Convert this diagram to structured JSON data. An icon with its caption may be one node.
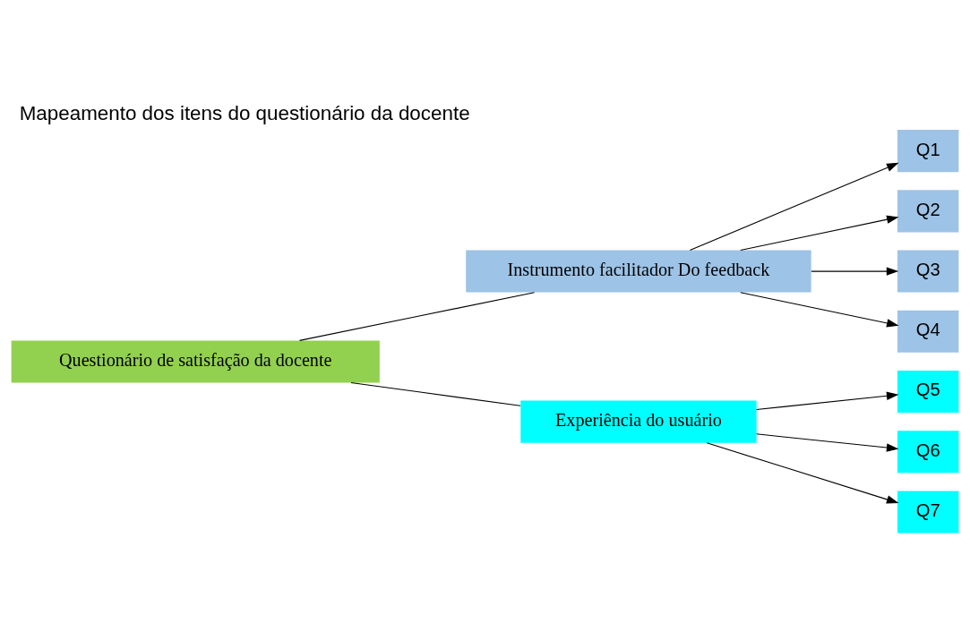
{
  "diagram": {
    "title": "Mapeamento dos itens do questionário da docente",
    "nodes": [
      {
        "text": [
          "Questionário de satisfação da docente"
        ]
      },
      {
        "text": [
          "Instrumento facilitador Do feedback"
        ]
      },
      {
        "text": [
          "Experiência do usuário"
        ]
      },
      {
        "text": [
          "Q1"
        ]
      },
      {
        "text": [
          "Q2"
        ]
      },
      {
        "text": [
          "Q3"
        ]
      },
      {
        "text": [
          "Q4"
        ]
      },
      {
        "text": [
          "Q5"
        ]
      },
      {
        "text": [
          "Q6"
        ]
      },
      {
        "text": [
          "Q7"
        ]
      }
    ],
    "edges": [
      {
        "from": 0,
        "to": 1,
        "arrow": "none"
      },
      {
        "from": 0,
        "to": 2,
        "arrow": "none"
      },
      {
        "from": 1,
        "to": 3,
        "arrow": "to"
      },
      {
        "from": 1,
        "to": 4,
        "arrow": "to"
      },
      {
        "from": 1,
        "to": 5,
        "arrow": "to"
      },
      {
        "from": 1,
        "to": 6,
        "arrow": "to"
      },
      {
        "from": 2,
        "to": 7,
        "arrow": "to"
      },
      {
        "from": 2,
        "to": 8,
        "arrow": "to"
      },
      {
        "from": 2,
        "to": 9,
        "arrow": "to"
      }
    ]
  }
}
